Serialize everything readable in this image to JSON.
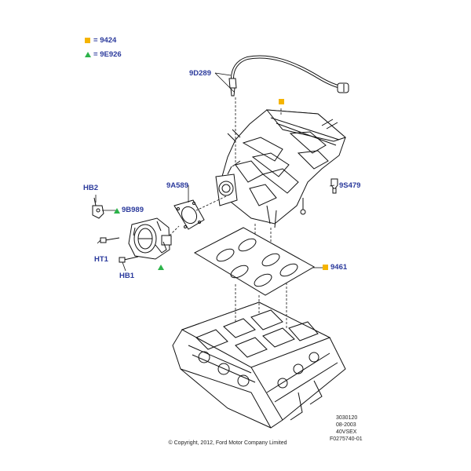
{
  "legend": {
    "square_value": "9424",
    "triangle_value": "9E926",
    "square_color": "#f5b400",
    "triangle_color": "#2cb34a",
    "square_prefix": "=",
    "triangle_prefix": "="
  },
  "labels": {
    "hose": "9D289",
    "gasket_throttle": "9A589",
    "sensor": "9S479",
    "hb2": "HB2",
    "sensor_9b989": "9B989",
    "ht1": "HT1",
    "hb1": "HB1",
    "manifold_gasket": "9461"
  },
  "reference": {
    "line1": "3030120",
    "line2": "08-2003",
    "line3": "40VSEX",
    "line4": "F0275740-01"
  },
  "copyright": "© Copyright, 2012, Ford Motor Company Limited",
  "colors": {
    "label_blue": "#2b3a9c",
    "line": "#111111"
  }
}
